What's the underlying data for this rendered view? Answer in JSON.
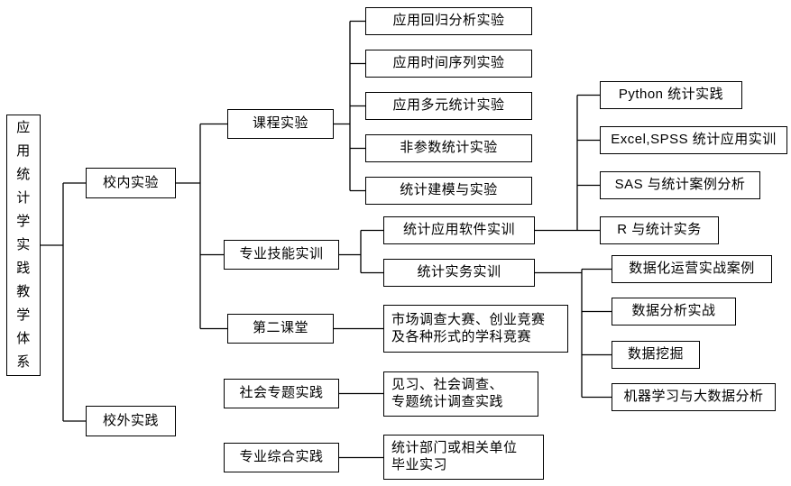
{
  "diagram": {
    "title": "应用统计学实践教学体系",
    "colors": {
      "line": "#000000",
      "border": "#000000",
      "background": "#ffffff",
      "text": "#000000"
    },
    "nodes": {
      "root": "应用统计学实践教学体系",
      "campus_in": "校内实验",
      "campus_out": "校外实践",
      "course_exp": "课程实验",
      "skill_training": "专业技能实训",
      "second_class": "第二课堂",
      "social_practice": "社会专题实践",
      "comprehensive_practice": "专业综合实践",
      "regression": "应用回归分析实验",
      "time_series": "应用时间序列实验",
      "multivariate": "应用多元统计实验",
      "nonparametric": "非参数统计实验",
      "modeling": "统计建模与实验",
      "software_training": "统计应用软件实训",
      "practice_training": "统计实务实训",
      "competitions": "市场调查大赛、创业竞赛\n及各种形式的学科竞赛",
      "internship_survey": "见习、社会调查、\n专题统计调查实践",
      "graduation_internship": "统计部门或相关单位\n毕业实习",
      "python": "Python 统计实践",
      "excel_spss": "Excel,SPSS 统计应用实训",
      "sas": "SAS 与统计案例分析",
      "r": "R 与统计实务",
      "data_operation": "数据化运营实战案例",
      "data_analysis": "数据分析实战",
      "data_mining": "数据挖掘",
      "machine_learning": "机器学习与大数据分析"
    }
  }
}
